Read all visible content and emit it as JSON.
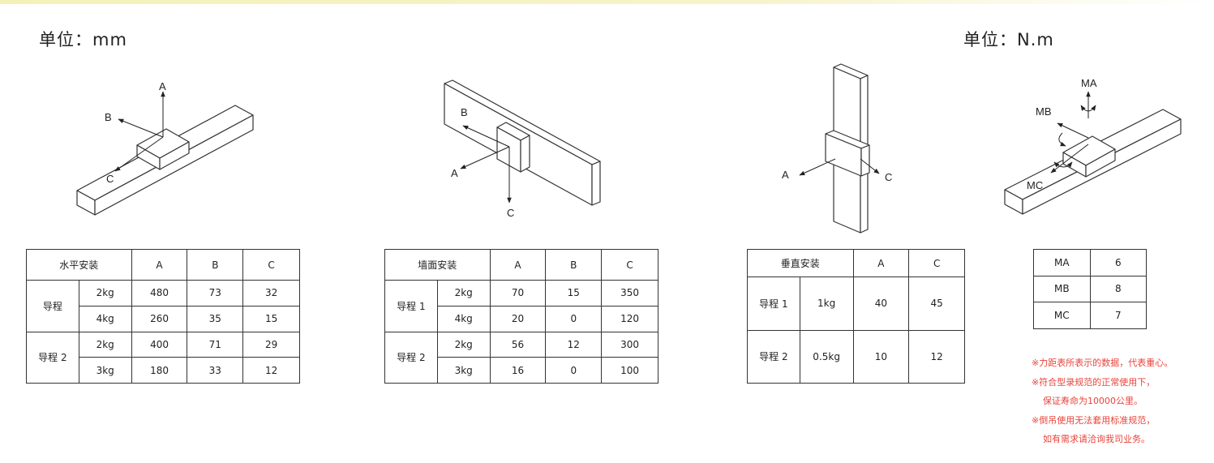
{
  "units": {
    "left": "单位：mm",
    "right": "单位：N.m"
  },
  "figures": {
    "horizontal": {
      "labels": {
        "a": "A",
        "b": "B",
        "c": "C"
      }
    },
    "wall": {
      "labels": {
        "a": "A",
        "b": "B",
        "c": "C"
      }
    },
    "vertical": {
      "labels": {
        "a": "A",
        "c": "C"
      }
    },
    "moment": {
      "labels": {
        "ma": "MA",
        "mb": "MB",
        "mc": "MC"
      }
    }
  },
  "tables": {
    "horizontal": {
      "title": "水平安装",
      "headers": [
        "A",
        "B",
        "C"
      ],
      "groups": [
        {
          "name": "导程",
          "rows": [
            {
              "load": "2kg",
              "values": [
                "480",
                "73",
                "32"
              ]
            },
            {
              "load": "4kg",
              "values": [
                "260",
                "35",
                "15"
              ]
            }
          ]
        },
        {
          "name": "导程 2",
          "rows": [
            {
              "load": "2kg",
              "values": [
                "400",
                "71",
                "29"
              ]
            },
            {
              "load": "3kg",
              "values": [
                "180",
                "33",
                "12"
              ]
            }
          ]
        }
      ]
    },
    "wall": {
      "title": "墙面安装",
      "headers": [
        "A",
        "B",
        "C"
      ],
      "groups": [
        {
          "name": "导程 1",
          "rows": [
            {
              "load": "2kg",
              "values": [
                "70",
                "15",
                "350"
              ]
            },
            {
              "load": "4kg",
              "values": [
                "20",
                "0",
                "120"
              ]
            }
          ]
        },
        {
          "name": "导程 2",
          "rows": [
            {
              "load": "2kg",
              "values": [
                "56",
                "12",
                "300"
              ]
            },
            {
              "load": "3kg",
              "values": [
                "16",
                "0",
                "100"
              ]
            }
          ]
        }
      ]
    },
    "vertical": {
      "title": "垂直安装",
      "headers": [
        "A",
        "C"
      ],
      "rows": [
        {
          "name": "导程 1",
          "load": "1kg",
          "values": [
            "40",
            "45"
          ]
        },
        {
          "name": "导程 2",
          "load": "0.5kg",
          "values": [
            "10",
            "12"
          ]
        }
      ]
    },
    "moment": {
      "rows": [
        {
          "name": "MA",
          "value": "6"
        },
        {
          "name": "MB",
          "value": "8"
        },
        {
          "name": "MC",
          "value": "7"
        }
      ]
    }
  },
  "notes": [
    "※力距表所表示的数据，代表重心。",
    "※符合型录规范的正常使用下，",
    "保证寿命为10000公里。",
    "※倒吊使用无法套用标准规范，",
    "如有需求请洽询我司业务。"
  ],
  "colors": {
    "note": "#e8433a",
    "line": "#333333"
  }
}
